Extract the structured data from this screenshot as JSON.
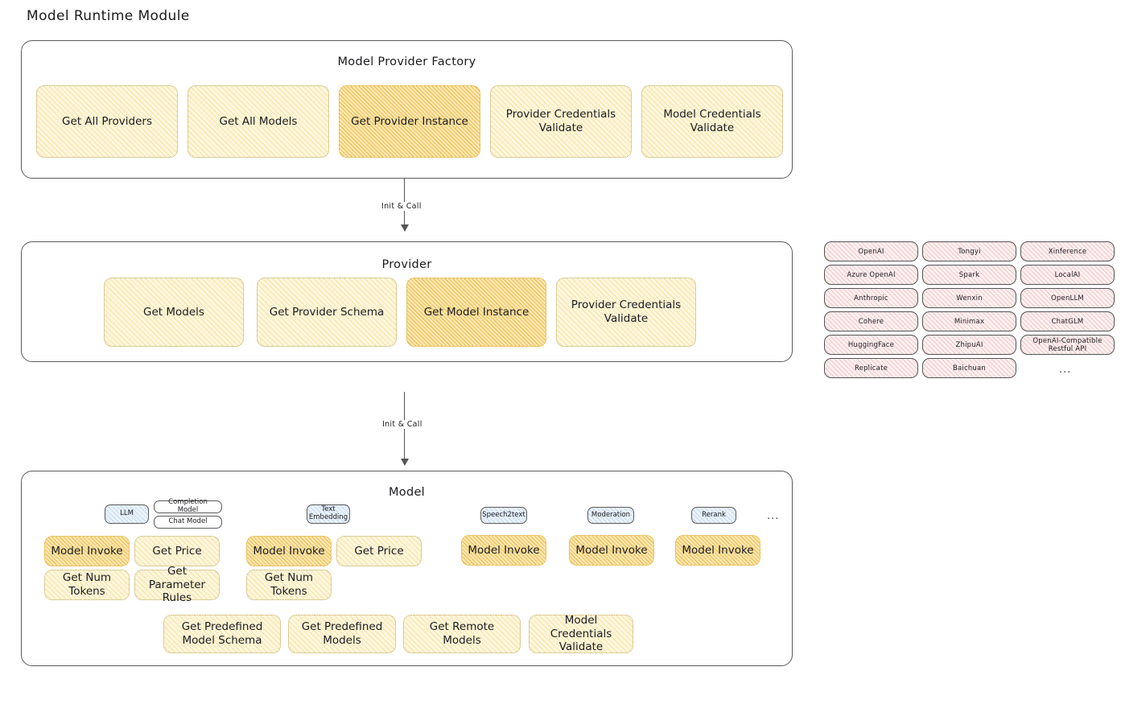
{
  "page": {
    "title": "Model Runtime Module"
  },
  "factory": {
    "title": "Model Provider Factory",
    "methods": [
      {
        "label": "Get All Providers",
        "highlight": false
      },
      {
        "label": "Get All Models",
        "highlight": false
      },
      {
        "label": "Get Provider Instance",
        "highlight": true
      },
      {
        "label": "Provider Credentials Validate",
        "highlight": false
      },
      {
        "label": "Model Credentials Validate",
        "highlight": false
      }
    ]
  },
  "arrows": [
    {
      "label": "Init & Call"
    },
    {
      "label": "Init & Call"
    }
  ],
  "provider": {
    "title": "Provider",
    "methods": [
      {
        "label": "Get Models",
        "highlight": false
      },
      {
        "label": "Get Provider Schema",
        "highlight": false
      },
      {
        "label": "Get Model Instance",
        "highlight": true
      },
      {
        "label": "Provider Credentials Validate",
        "highlight": false
      }
    ]
  },
  "provider_list": {
    "columns": [
      [
        "OpenAI",
        "Azure OpenAI",
        "Anthropic",
        "Cohere",
        "HuggingFace",
        "Replicate"
      ],
      [
        "Tongyi",
        "Spark",
        "Wenxin",
        "Minimax",
        "ZhipuAI",
        "Baichuan"
      ],
      [
        "Xinference",
        "LocalAI",
        "OpenLLM",
        "ChatGLM",
        "OpenAI-Compatible Restful API"
      ]
    ],
    "more": "..."
  },
  "model": {
    "title": "Model",
    "more": "...",
    "types": [
      {
        "name": "LLM",
        "style": "blue",
        "subtypes": [
          "Completion Model",
          "Chat Model"
        ],
        "methods": [
          {
            "label": "Model Invoke",
            "highlight": true
          },
          {
            "label": "Get Price",
            "highlight": false
          },
          {
            "label": "Get Num Tokens",
            "highlight": false
          },
          {
            "label": "Get Parameter Rules",
            "highlight": false
          }
        ]
      },
      {
        "name": "Text Embedding",
        "style": "blue",
        "subtypes": [],
        "methods": [
          {
            "label": "Model Invoke",
            "highlight": true
          },
          {
            "label": "Get Price",
            "highlight": false
          },
          {
            "label": "Get Num Tokens",
            "highlight": false
          }
        ]
      },
      {
        "name": "Speech2text",
        "style": "blue",
        "subtypes": [],
        "methods": [
          {
            "label": "Model Invoke",
            "highlight": true
          }
        ]
      },
      {
        "name": "Moderation",
        "style": "blue",
        "subtypes": [],
        "methods": [
          {
            "label": "Model Invoke",
            "highlight": true
          }
        ]
      },
      {
        "name": "Rerank",
        "style": "blue",
        "subtypes": [],
        "methods": [
          {
            "label": "Model Invoke",
            "highlight": true
          }
        ]
      }
    ],
    "shared_methods": [
      {
        "label": "Get Predefined Model Schema"
      },
      {
        "label": "Get Predefined Models"
      },
      {
        "label": "Get Remote Models"
      },
      {
        "label": "Model Credentials Validate"
      }
    ]
  },
  "colors": {
    "accent_yellow": "#fdf6dd",
    "accent_yellow_strong": "#fbe7b4",
    "accent_pink": "#fdf0f0",
    "accent_blue": "#eaf2fb",
    "stroke": "#5b5b5b"
  }
}
